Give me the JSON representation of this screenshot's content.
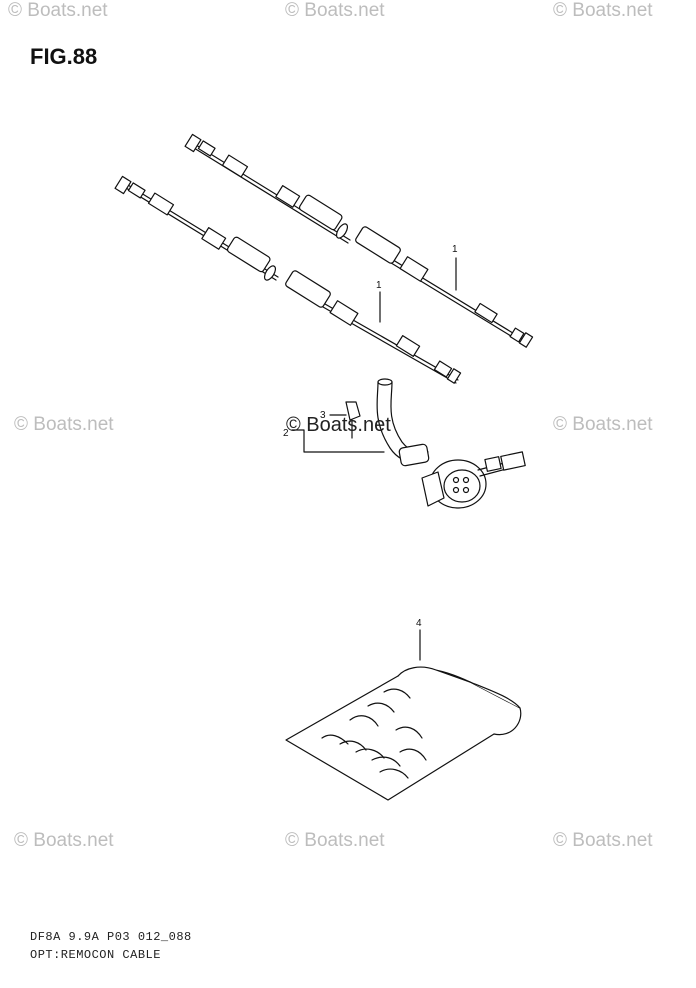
{
  "figure": {
    "title": "FIG.88"
  },
  "watermark": {
    "text": "© Boats.net",
    "center_text": "© Boats.net"
  },
  "callouts": {
    "cable_a": "1",
    "cable_b": "1",
    "harness": "2",
    "clip": "3",
    "bag": "4"
  },
  "footer": {
    "code": "DF8A 9.9A P03 012_088",
    "caption": "OPT:REMOCON CABLE"
  }
}
